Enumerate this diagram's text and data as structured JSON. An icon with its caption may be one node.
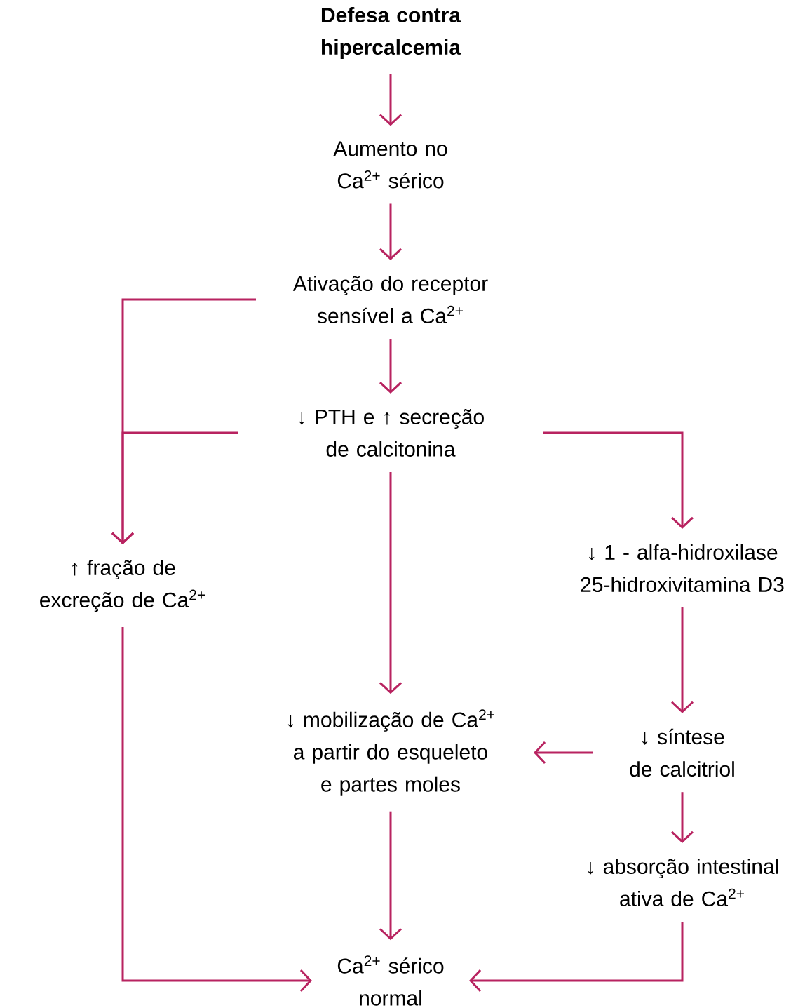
{
  "diagram": {
    "nodes": [
      {
        "text": [
          "Defesa contra hipercalcemia"
        ]
      },
      {
        "text": [
          "Aumento no Ca$^{2+}$ sérico"
        ]
      },
      {
        "text": [
          "Ativação do receptor sensível a Ca$^{2+}$"
        ]
      },
      {
        "text": [
          "↓ PTH e ↑ secreção de calcitonina"
        ]
      },
      {
        "text": [
          "↑ fração de excreção de Ca$^{2+}$"
        ]
      },
      {
        "text": [
          "↓ 1 - alfa-hidroxilase 25-hidroxivitamina D3"
        ]
      },
      {
        "text": [
          "↓ mobilização de Ca$^{2+}$ a partir do esqueleto e partes moles"
        ]
      },
      {
        "text": [
          "↓ síntese de calcitriol"
        ]
      },
      {
        "text": [
          "↓ absorção intestinal ativa de Ca$^{2+}$"
        ]
      },
      {
        "text": [
          "Ca$^{2+}$ sérico normal"
        ]
      }
    ],
    "edges": [
      {
        "from": 0,
        "to": 1,
        "arrow": "to"
      },
      {
        "from": 1,
        "to": 2,
        "arrow": "to"
      },
      {
        "from": 2,
        "to": 3,
        "arrow": "to"
      },
      {
        "from": 2,
        "to": 4,
        "arrow": "to"
      },
      {
        "from": 3,
        "to": 4,
        "arrow": "to"
      },
      {
        "from": 3,
        "to": 5,
        "arrow": "to"
      },
      {
        "from": 3,
        "to": 6,
        "arrow": "to"
      },
      {
        "from": 5,
        "to": 7,
        "arrow": "to"
      },
      {
        "from": 7,
        "to": 6,
        "arrow": "to"
      },
      {
        "from": 7,
        "to": 8,
        "arrow": "to"
      },
      {
        "from": 4,
        "to": 9,
        "arrow": "to"
      },
      {
        "from": 6,
        "to": 9,
        "arrow": "to"
      },
      {
        "from": 8,
        "to": 9,
        "arrow": "to"
      }
    ]
  }
}
